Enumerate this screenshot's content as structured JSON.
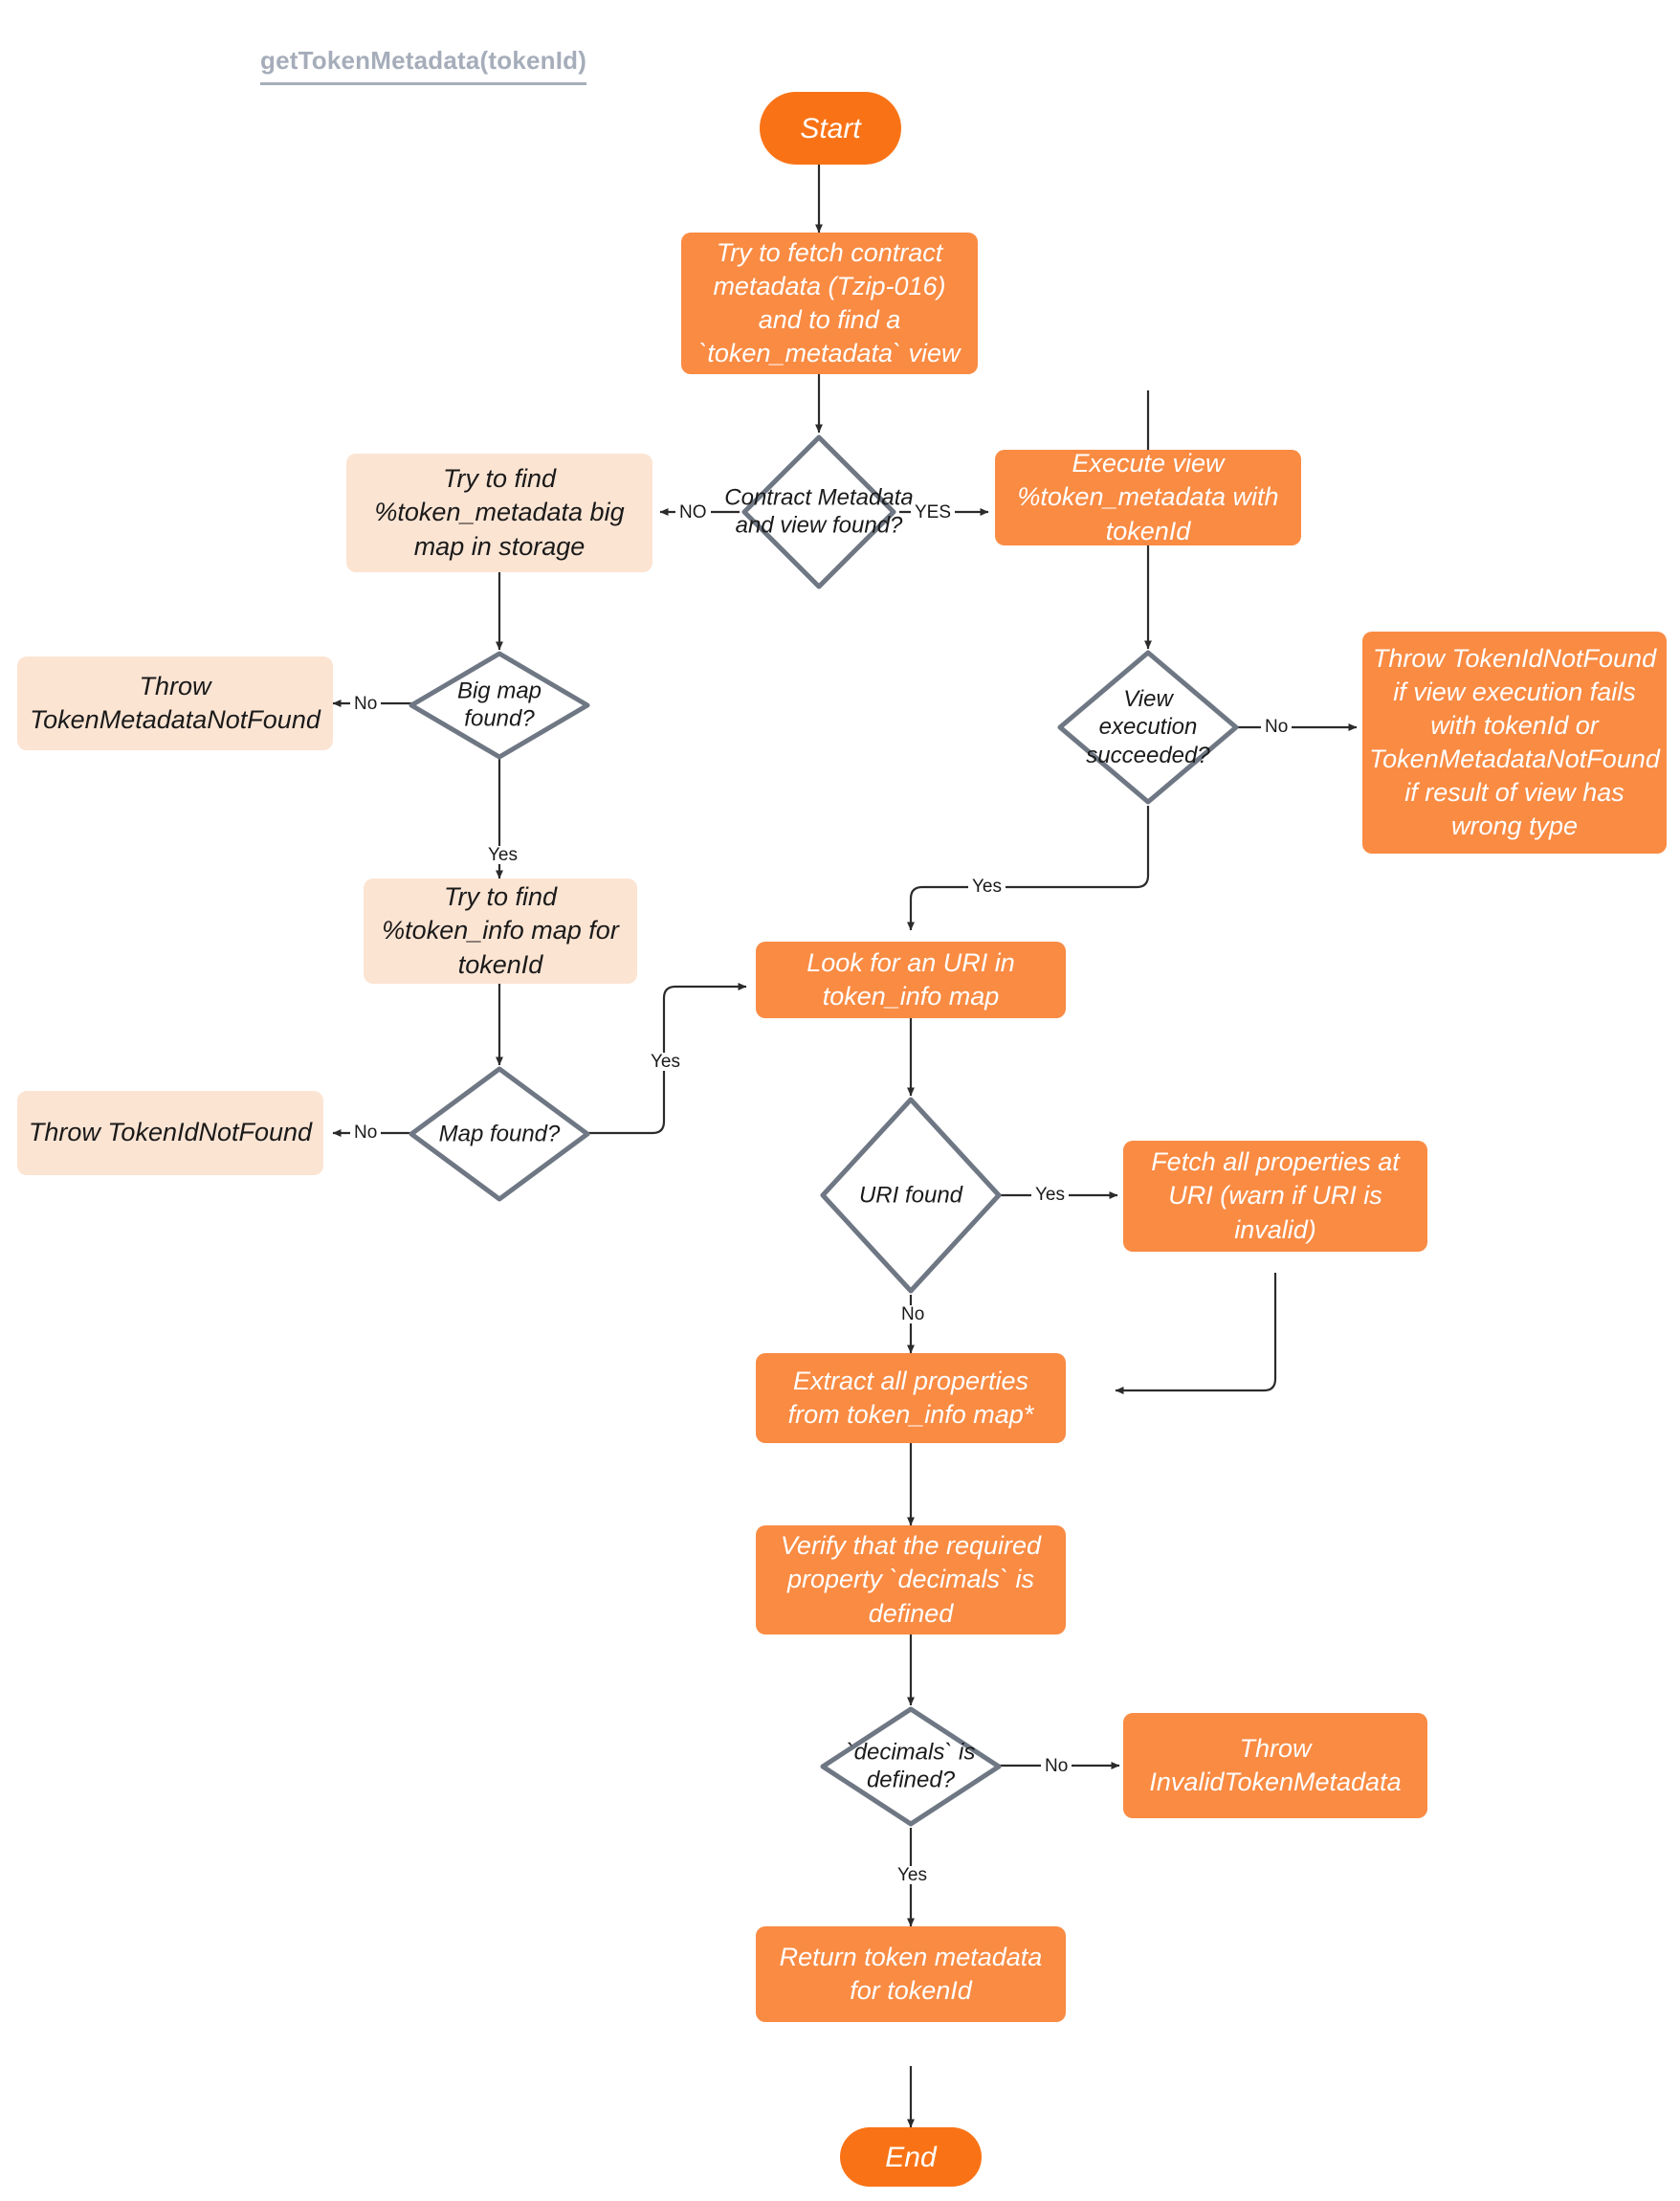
{
  "diagram": {
    "title": "getTokenMetadata(tokenId)",
    "type": "flowchart",
    "colors": {
      "terminator": "#F97316",
      "process": "#F98B43",
      "soft_process": "#FCE4D3",
      "decision_stroke": "#6E7783",
      "edge": "#2b2b2b",
      "title": "#A6ADBA"
    },
    "nodes": {
      "start": "Start",
      "fetch_contract_metadata": "Try to fetch contract metadata (Tzip-016) and to find a `token_metadata` view",
      "decision_contract_meta": "Contract Metadata and view found?",
      "find_big_map": "Try to find %token_metadata big map in storage",
      "execute_view": "Execute view %token_metadata with tokenId",
      "decision_big_map": "Big map found?",
      "throw_token_metadata_not_found": "Throw TokenMetadataNotFound",
      "decision_view_exec": "View execution succeeded?",
      "throw_view_errors": "Throw TokenIdNotFound if view execution fails with tokenId or TokenMetadataNotFound if result of view has wrong type",
      "find_token_info": "Try to find %token_info map for tokenId",
      "decision_map_found": "Map found?",
      "throw_token_id_not_found": "Throw TokenIdNotFound",
      "look_for_uri": "Look for an URI in token_info map",
      "decision_uri_found": "URI found",
      "fetch_properties_at_uri": "Fetch all properties at URI (warn if URI is invalid)",
      "extract_properties": "Extract all properties from token_info map*",
      "verify_decimals": "Verify that the required property `decimals` is defined",
      "decision_decimals": "`decimals` is defined?",
      "throw_invalid_token_metadata": "Throw InvalidTokenMetadata",
      "return_metadata": "Return token metadata for tokenId",
      "end": "End"
    },
    "edge_labels": {
      "contract_meta_no": "NO",
      "contract_meta_yes": "YES",
      "big_map_no": "No",
      "big_map_yes": "Yes",
      "view_exec_no": "No",
      "view_exec_yes": "Yes",
      "map_found_no": "No",
      "map_found_yes": "Yes",
      "uri_found_yes": "Yes",
      "uri_found_no": "No",
      "decimals_no": "No",
      "decimals_yes": "Yes"
    }
  }
}
